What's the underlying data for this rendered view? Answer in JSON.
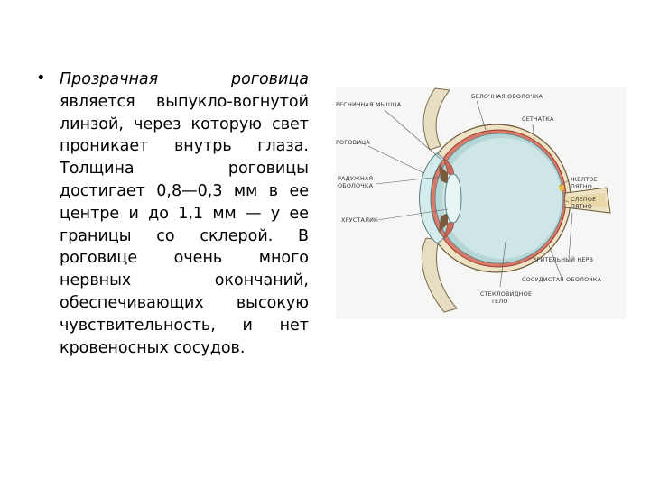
{
  "slide": {
    "bullet_symbol": "•",
    "text_intro": "Прозрачная роговица",
    "text_body": "является выпукло-вогнутой линзой, через которую свет проникает внутрь глаза. Толщина роговицы достигает 0,8—0,3 мм в ее центре и до 1,1 мм — у ее границы со склерой. В роговице очень много нервных окончаний, обеспечивающих высокую чувствительность, и нет кровеносных сосудов."
  },
  "diagram": {
    "labels": {
      "sclera": "БЕЛОЧНАЯ ОБОЛОЧКА",
      "ciliary": "РЕСНИЧНАЯ МЫШЦА",
      "retina": "СЕТЧАТКА",
      "cornea": "РОГОВИЦА",
      "iris_1": "РАДУЖНАЯ",
      "iris_2": "ОБОЛОЧКА",
      "yellow_1": "ЖЕЛТОЕ",
      "yellow_2": "ПЯТНО",
      "blind_1": "СЛЕПОЕ",
      "blind_2": "ПЯТНО",
      "lens": "ХРУСТАЛИК",
      "optic_nerve": "ЗРИТЕЛЬНЫЙ НЕРВ",
      "choroid": "СОСУДИСТАЯ ОБОЛОЧКА",
      "vitreous_1": "СТЕКЛОВИДНОЕ",
      "vitreous_2": "ТЕЛО"
    }
  }
}
